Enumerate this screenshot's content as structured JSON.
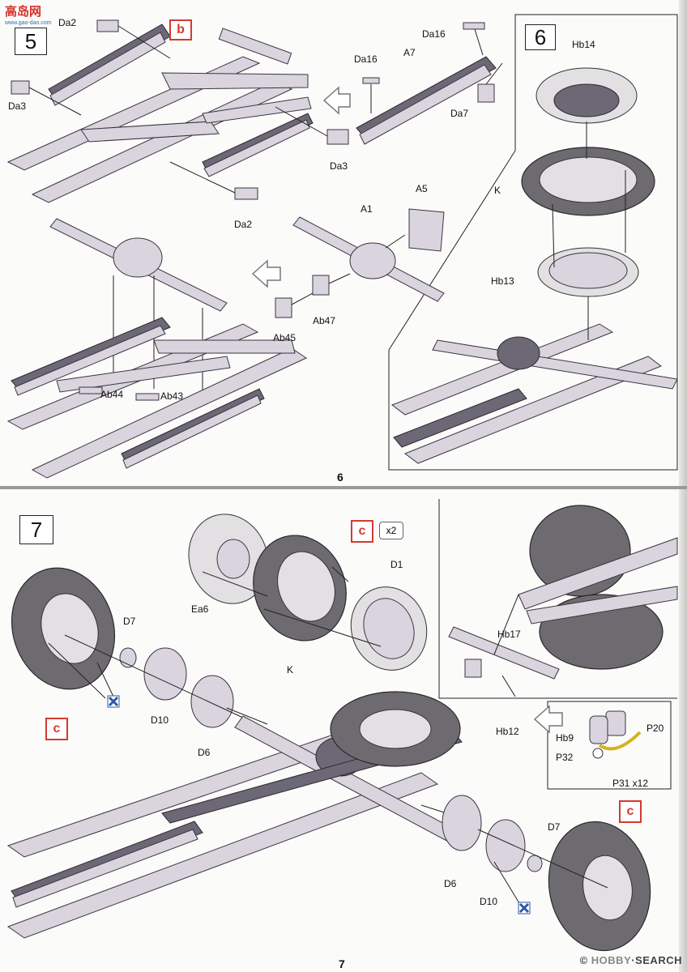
{
  "watermark_top": {
    "text": "高岛网",
    "url": "www.gao-dao.com"
  },
  "watermark_bottom": {
    "prefix": "©",
    "brand1": "HOBBY",
    "brand2": "SEARCH"
  },
  "page_top": {
    "page_number": "6",
    "step5": {
      "number": "5",
      "color_tag": "b",
      "labels": {
        "da2_top": "Da2",
        "da3_left": "Da3",
        "da16_left": "Da16",
        "a7": "A7",
        "da16_right": "Da16",
        "da7": "Da7",
        "da3_right": "Da3",
        "da2_bottom": "Da2",
        "a1": "A1",
        "a5": "A5",
        "ab45": "Ab45",
        "ab47": "Ab47",
        "ab44": "Ab44",
        "ab43": "Ab43"
      }
    },
    "step6": {
      "number": "6",
      "labels": {
        "hb14": "Hb14",
        "k": "K",
        "hb13": "Hb13"
      }
    }
  },
  "page_bottom": {
    "page_number": "7",
    "step7": {
      "number": "7",
      "color_tag": "c",
      "quantity": "x2",
      "labels": {
        "ea6": "Ea6",
        "d1": "D1",
        "k": "K",
        "d7_left": "D7",
        "d10_left": "D10",
        "d6_left": "D6",
        "hb17": "Hb17",
        "hb12": "Hb12",
        "hb9": "Hb9",
        "p20": "P20",
        "p32": "P32",
        "p31": "P31 x12",
        "d6_right": "D6",
        "d10_right": "D10",
        "d7_right": "D7"
      }
    }
  },
  "colors": {
    "red": "#d43a2f",
    "part": "#d9d4de",
    "tire": "#6e6b70"
  }
}
